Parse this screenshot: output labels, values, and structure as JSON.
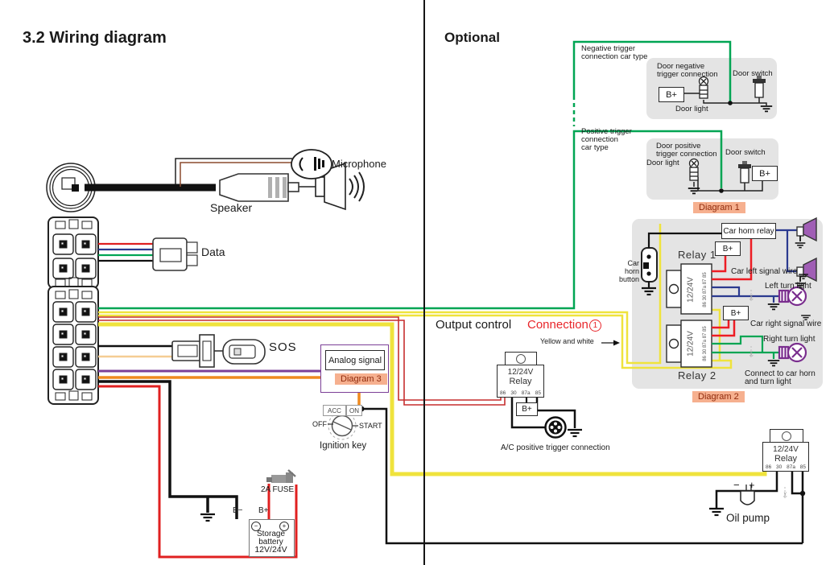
{
  "title": "3.2 Wiring diagram",
  "optional": "Optional",
  "colors": {
    "green": "#00a553",
    "yellow": "#efe33c",
    "red": "#e02020",
    "red_thin": "#c62f2f",
    "blue": "#2b3a8f",
    "purple": "#7b3f97",
    "orange": "#ef8a1f",
    "brown": "#8b4a2f",
    "tan": "#f5cd93",
    "tag_bg": "#f6b08f",
    "tag_text": "#8f2a0c",
    "panel_gray": "#e4e4e4",
    "turn_light_purple": "#7a2e8e",
    "horn_purple": "#a05eb5",
    "connection_red": "#e8252a"
  },
  "audio": {
    "microphone": "Microphone",
    "speaker": "Speaker"
  },
  "connectors": {
    "data": "Data",
    "sos": "SOS"
  },
  "analog": {
    "label": "Analog signal",
    "tag": "Diagram 3"
  },
  "ignition": {
    "acc": "ACC",
    "on": "ON",
    "off": "OFF",
    "start": "START",
    "caption": "Ignition key"
  },
  "battery": {
    "fuse": "2A FUSE",
    "b_minus": "B−",
    "b_plus": "B+",
    "minus": "−",
    "plus": "+",
    "line1": "Storage",
    "line2": "battery",
    "line3": "12V/24V"
  },
  "output": {
    "control": "Output control",
    "connection": "Connection",
    "connection_num": "1",
    "yellow_white": "Yellow and white"
  },
  "ac": {
    "relay_l1": "12/24V",
    "relay_l2": "Relay",
    "pins": {
      "p1": "86",
      "p2": "30",
      "p3": "87a",
      "p4": "85"
    },
    "b_plus": "B+",
    "caption": "A/C positive trigger connection"
  },
  "negative": {
    "h1": "Negative trigger",
    "h2": "connection car type",
    "t1": "Door negative",
    "t2": "trigger connection",
    "door_switch": "Door switch",
    "b_plus": "B+",
    "door_light": "Door light"
  },
  "positive": {
    "h1": "Positive trigger",
    "h2": "connection",
    "h3": "car type",
    "t1": "Door positive",
    "t2": "trigger connection",
    "door_switch": "Door switch",
    "door_light": "Door light",
    "b_plus": "B+",
    "tag": "Diagram 1"
  },
  "d2": {
    "car_horn_relay": "Car horn relay",
    "btn1": "Car",
    "btn2": "horn",
    "btn3": "button",
    "b_plus_1": "B+",
    "b_plus_2": "B+",
    "relay1": "Relay 1",
    "relay2": "Relay 2",
    "voltage": "12/24V",
    "pins_vertical": "86 30 87a 87 85",
    "left_signal": "Car left signal wire",
    "left_turn": "Left turn light",
    "right_signal": "Car right signal wire",
    "right_turn": "Right turn light",
    "note1": "Connect to car horn",
    "note2": "and turn light",
    "tag": "Diagram 2"
  },
  "oil": {
    "relay_l1": "12/24V",
    "relay_l2": "Relay",
    "pins": {
      "p1": "86",
      "p2": "30",
      "p3": "87a",
      "p4": "85"
    },
    "minus": "−",
    "plus": "+",
    "caption": "Oil pump"
  }
}
